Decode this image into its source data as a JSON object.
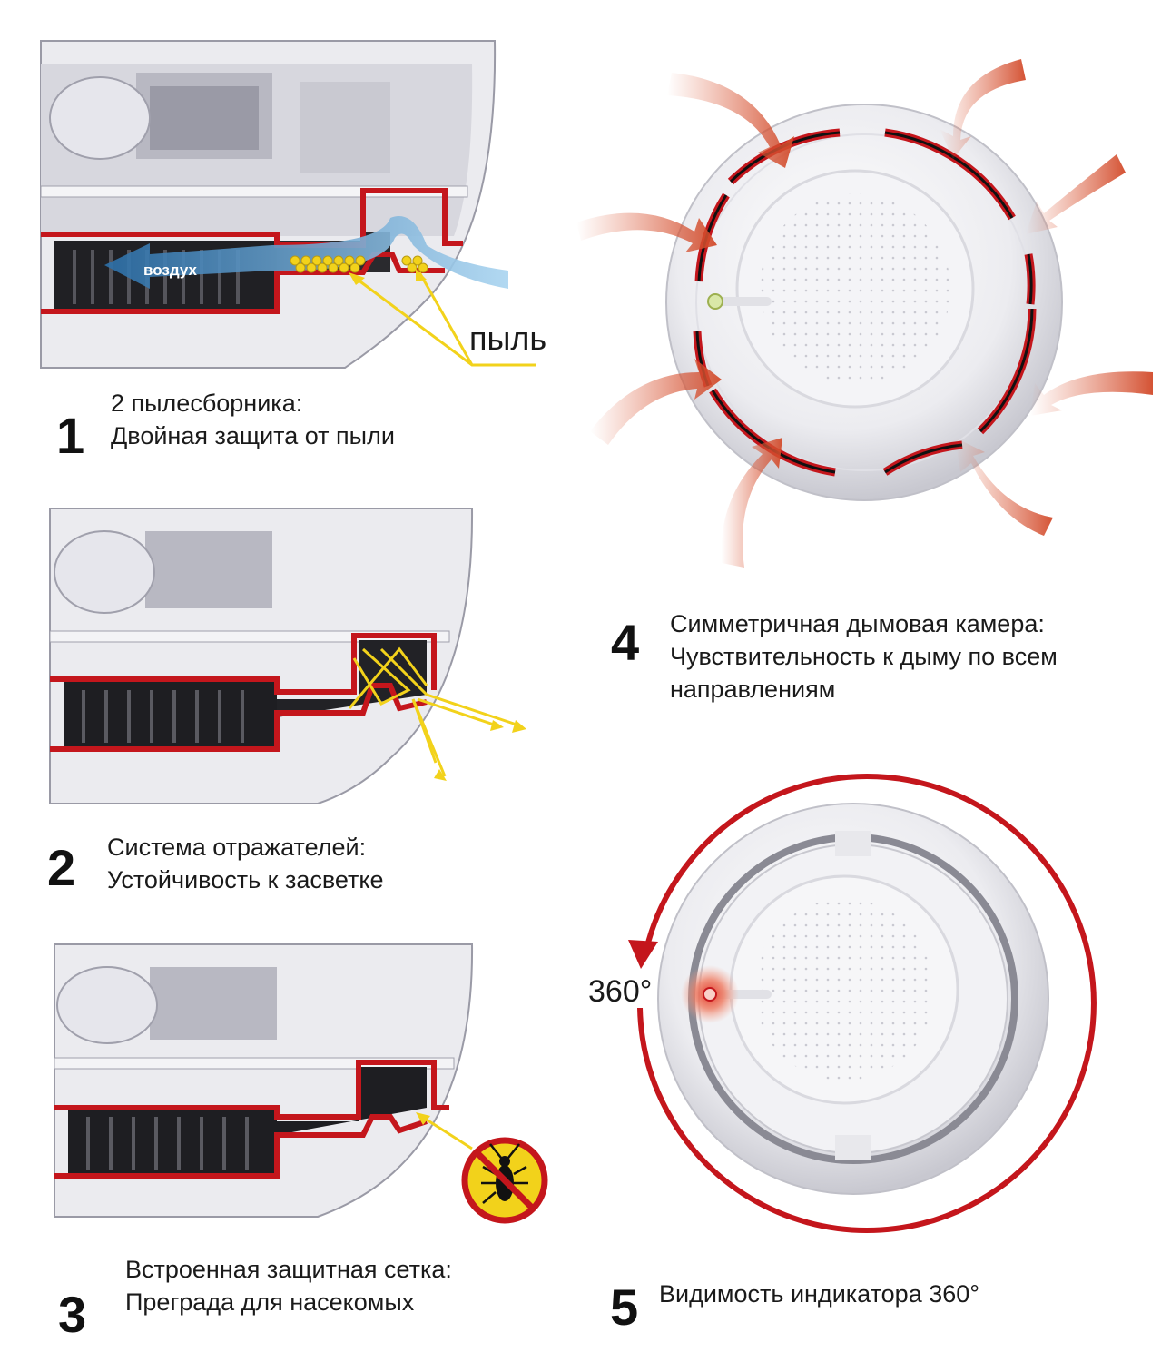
{
  "features": [
    {
      "number": "1",
      "lines": [
        "2 пылесборника:",
        "Двойная защита от пыли"
      ],
      "labels": {
        "air": "воздух",
        "dust": "пыль"
      }
    },
    {
      "number": "2",
      "lines": [
        "Система отражателей:",
        "Устойчивость к засветке"
      ]
    },
    {
      "number": "3",
      "lines": [
        "Встроенная защитная сетка:",
        "Преграда для насекомых"
      ],
      "icon": "no-insects-icon"
    },
    {
      "number": "4",
      "lines": [
        "Симметричная дымовая камера:",
        "Чувствительность к дыму по всем",
        "направлениям"
      ]
    },
    {
      "number": "5",
      "lines": [
        "Видимость индикатора 360°"
      ],
      "labels": {
        "rotation": "360°"
      }
    }
  ],
  "colors": {
    "accent_red": "#c4161c",
    "dust_yellow": "#f2d21b",
    "air_blue": "#3a8fc8",
    "smoke_arrow": "#e06a4a",
    "body_gray": "#d9d9de"
  }
}
